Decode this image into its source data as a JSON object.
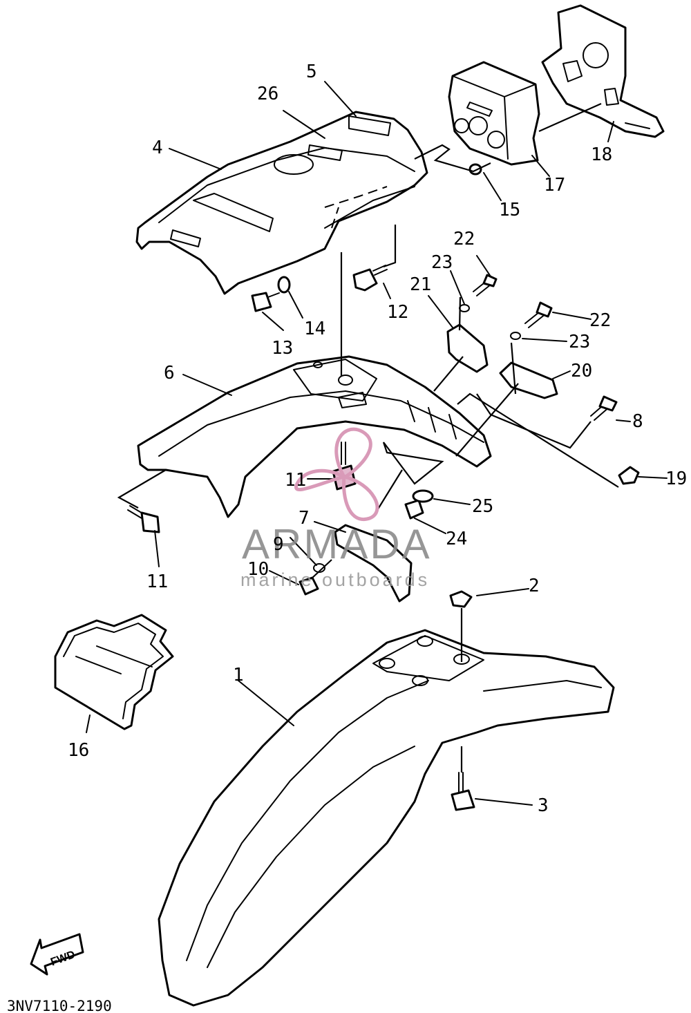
{
  "callouts": {
    "c1": "1",
    "c2": "2",
    "c3": "3",
    "c4": "4",
    "c5": "5",
    "c6": "6",
    "c7": "7",
    "c8": "8",
    "c9": "9",
    "c10": "10",
    "c11a": "11",
    "c11b": "11",
    "c12": "12",
    "c13": "13",
    "c14": "14",
    "c15": "15",
    "c16": "16",
    "c17": "17",
    "c18": "18",
    "c19": "19",
    "c20": "20",
    "c21": "21",
    "c22a": "22",
    "c22b": "22",
    "c23a": "23",
    "c23b": "23",
    "c24": "24",
    "c25": "25",
    "c26": "26"
  },
  "diagram_code": "3NV7110-2190",
  "direction_label": "FWD",
  "watermark": {
    "title": "ARMADA",
    "subtitle": "marine outboards",
    "logo_color": "#d99ab8",
    "text_color": "#8b8b8b"
  }
}
